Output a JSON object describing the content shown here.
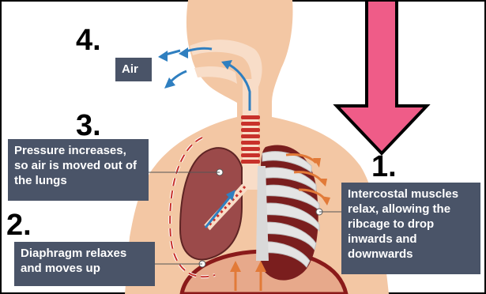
{
  "steps": {
    "one": "1.",
    "two": "2.",
    "three": "3.",
    "four": "4."
  },
  "labels": {
    "air": "Air",
    "pressure": "Pressure increases, so air is moved out of the lungs",
    "diaphragm": "Diaphragm relaxes and moves up",
    "intercostal": "Intercostal muscles relax, allowing the ribcage to drop inwards and downwards"
  },
  "colors": {
    "skin": "#f3c7a4",
    "lung": "#9b4a4a",
    "rib_dark": "#8a1a1a",
    "label_box": "#4a5468",
    "air_arrow": "#2f7fc0",
    "pressure_arrow": "#e27a38",
    "down_arrow": "#ef5c88"
  }
}
